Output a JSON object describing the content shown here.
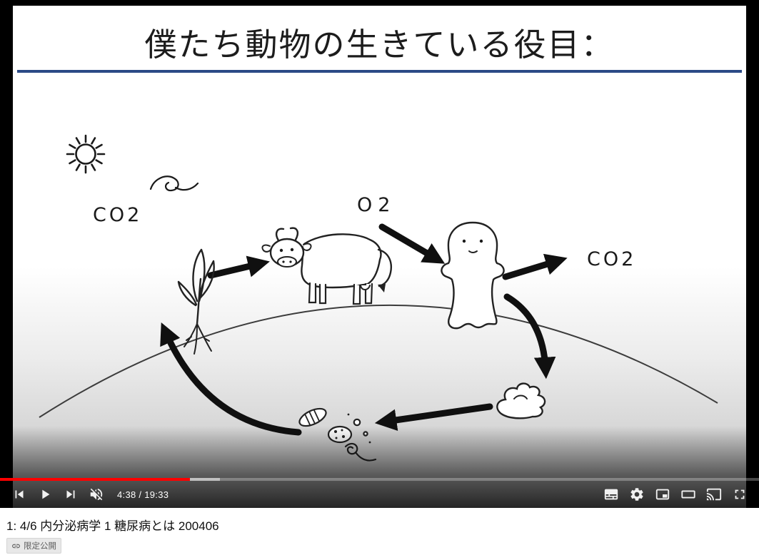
{
  "slide": {
    "title": "僕たち動物の生きている役目：",
    "underline_color": "#2b4a86",
    "labels": {
      "co2_left": "CO2",
      "o2": "O2",
      "co2_right": "CO2"
    },
    "diagram_elements": [
      "sun",
      "co2-squiggle",
      "plant",
      "cow",
      "human",
      "feces",
      "microbes",
      "earth-horizon",
      "cycle-arrows"
    ]
  },
  "player": {
    "time_display": "4:38 / 19:33",
    "progress": {
      "played_percent": 25,
      "buffered_percent": 29
    },
    "accent_color": "#ff0000",
    "left_controls": [
      "previous-icon",
      "play-icon",
      "next-icon",
      "volume-muted-icon"
    ],
    "right_controls": [
      "subtitles-icon",
      "settings-icon",
      "miniplayer-icon",
      "theater-icon",
      "cast-icon",
      "fullscreen-icon"
    ]
  },
  "details": {
    "video_title": "1: 4/6 内分泌病学 1 糖尿病とは 200406",
    "visibility_badge": "限定公開"
  }
}
